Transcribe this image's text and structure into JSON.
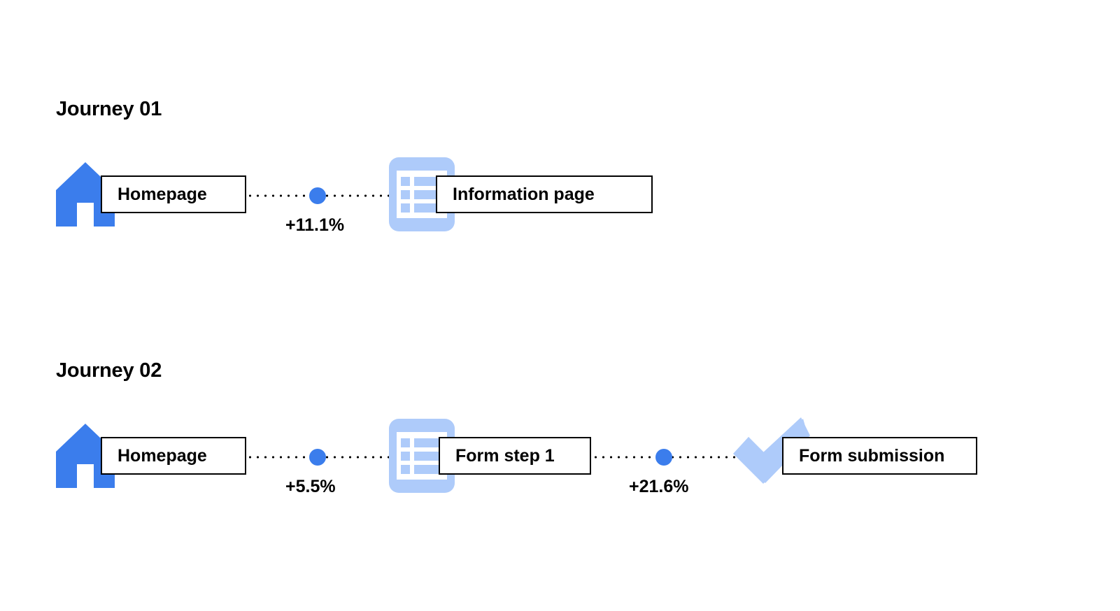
{
  "page": {
    "background_color": "#ffffff",
    "accent_blue": "#3B7DEC",
    "light_blue": "#AECBFA",
    "text_color": "#000000"
  },
  "journeys": [
    {
      "title": "Journey 01",
      "nodes": [
        {
          "label": "Homepage",
          "icon": "home-icon"
        },
        {
          "label": "Information page",
          "icon": "list-document-icon"
        }
      ],
      "connectors": [
        {
          "label": "+11.1%",
          "value": 11.1
        }
      ]
    },
    {
      "title": "Journey 02",
      "nodes": [
        {
          "label": "Homepage",
          "icon": "home-icon"
        },
        {
          "label": "Form step 1",
          "icon": "list-document-icon"
        },
        {
          "label": "Form submission",
          "icon": "checkmark-icon"
        }
      ],
      "connectors": [
        {
          "label": "+5.5%",
          "value": 5.5
        },
        {
          "label": "+21.6%",
          "value": 21.6
        }
      ]
    }
  ]
}
